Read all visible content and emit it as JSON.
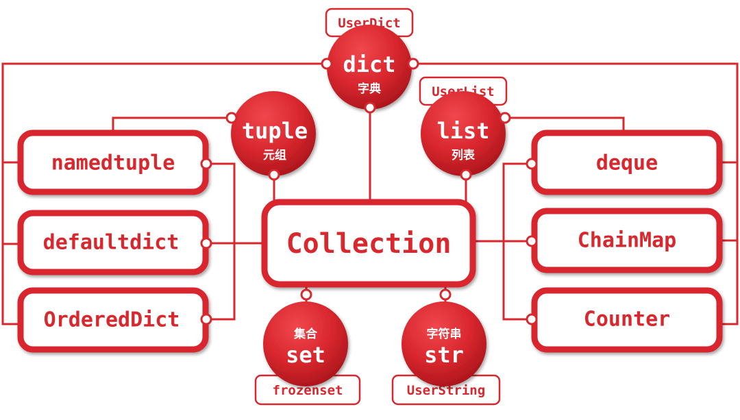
{
  "colors": {
    "accent": "#d9272e",
    "accent_dark": "#a8151b",
    "background": "#ffffff"
  },
  "center": {
    "label": "Collection"
  },
  "builtins": {
    "dict": {
      "label": "dict",
      "cn": "字典",
      "subclass": "UserDict"
    },
    "list": {
      "label": "list",
      "cn": "列表",
      "subclass": "UserList"
    },
    "tuple": {
      "label": "tuple",
      "cn": "元组"
    },
    "set": {
      "label": "set",
      "cn": "集合",
      "subclass": "frozenset"
    },
    "str": {
      "label": "str",
      "cn": "字符串",
      "subclass": "UserString"
    }
  },
  "left_boxes": [
    "namedtuple",
    "defaultdict",
    "OrderedDict"
  ],
  "right_boxes": [
    "deque",
    "ChainMap",
    "Counter"
  ]
}
